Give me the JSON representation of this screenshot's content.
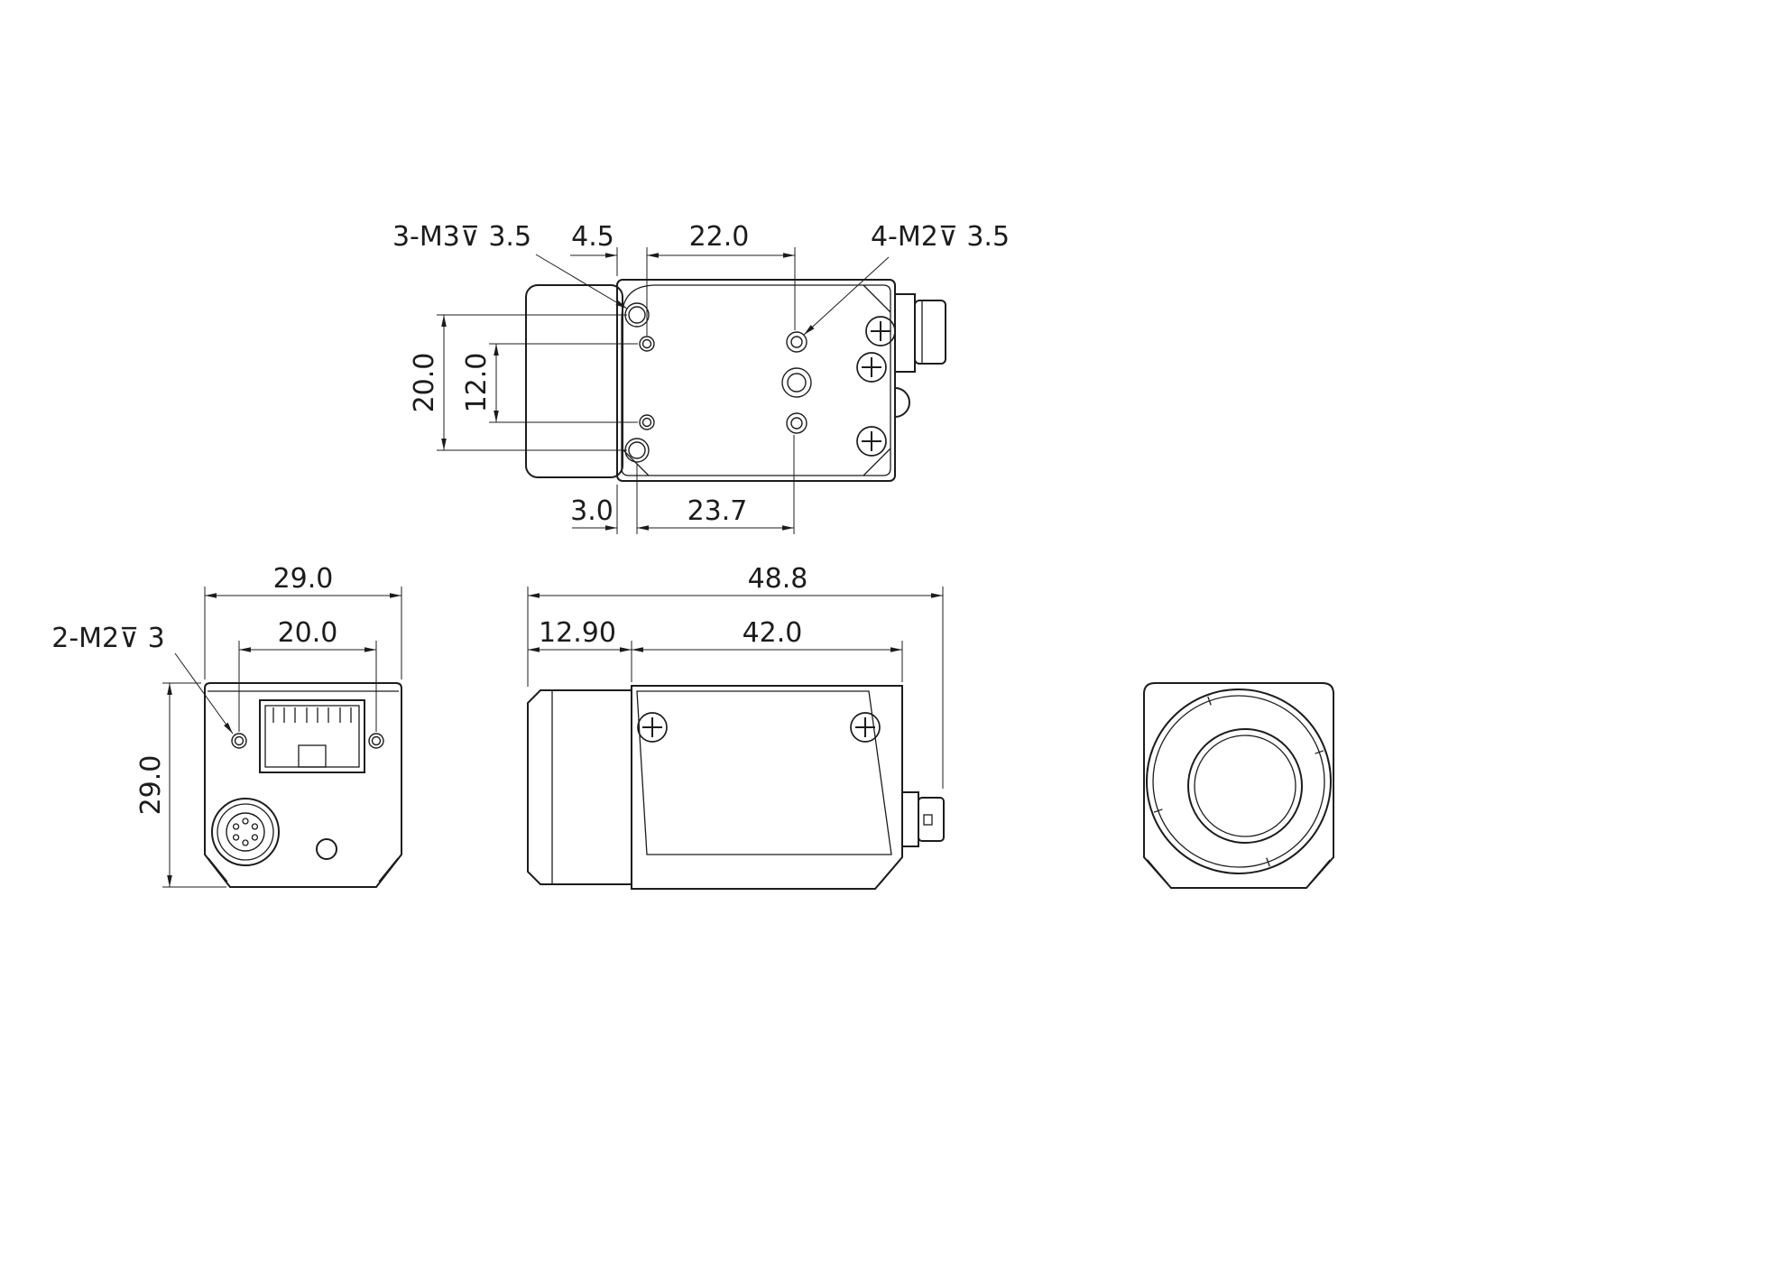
{
  "colors": {
    "line": "#1c1c1c",
    "background": "#ffffff"
  },
  "views": {
    "top": {
      "labels": {
        "m3": "3-M3⊽ 3.5",
        "m2": "4-M2⊽ 3.5",
        "dim_4_5": "4.5",
        "dim_22_0": "22.0",
        "dim_20_0": "20.0",
        "dim_12_0": "12.0",
        "dim_3_0": "3.0",
        "dim_23_7": "23.7"
      }
    },
    "back": {
      "labels": {
        "dim_width": "29.0",
        "dim_hole_span": "20.0",
        "m2": "2-M2⊽ 3",
        "dim_height": "29.0"
      }
    },
    "side": {
      "labels": {
        "dim_total": "48.8",
        "dim_front": "12.90",
        "dim_body": "42.0"
      }
    }
  }
}
